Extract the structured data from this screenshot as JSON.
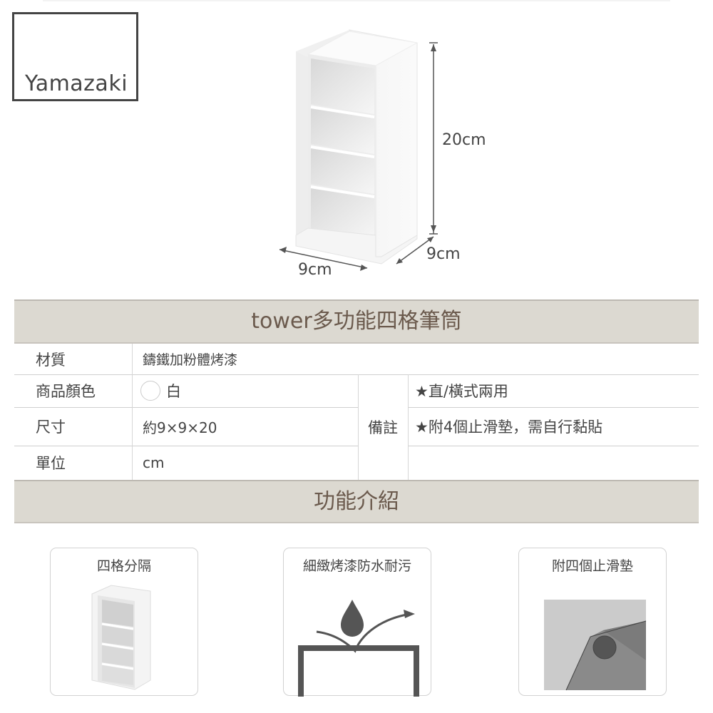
{
  "brand": {
    "logo_text": "Yamazaki"
  },
  "product_image": {
    "dimensions": {
      "height": "20cm",
      "depth": "9cm",
      "width": "9cm"
    }
  },
  "spec_table": {
    "title": "tower多功能四格筆筒",
    "rows": [
      {
        "label": "材質",
        "value": "鑄鐵加粉體烤漆"
      },
      {
        "label": "商品顏色",
        "value": "白",
        "swatch_color": "#ffffff"
      },
      {
        "label": "尺寸",
        "value": "約9×9×20"
      },
      {
        "label": "單位",
        "value": "cm"
      }
    ],
    "notes": {
      "label": "備註",
      "items": [
        "★直/橫式兩用",
        "★附4個止滑墊，需自行黏貼",
        ""
      ]
    }
  },
  "features": {
    "title": "功能介紹",
    "cards": [
      {
        "title": "四格分隔",
        "icon": "four-compartment-organizer-icon"
      },
      {
        "title": "細緻烤漆防水耐污",
        "icon": "water-repellent-icon"
      },
      {
        "title": "附四個止滑墊",
        "icon": "anti-slip-pad-icon"
      }
    ]
  },
  "colors": {
    "band_bg": "#dcd9d1",
    "band_text": "#6b5a4d",
    "text": "#444444",
    "border": "#cfcfcf"
  }
}
